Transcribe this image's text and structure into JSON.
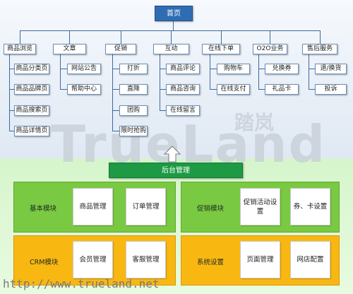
{
  "home": "首页",
  "categories": [
    {
      "label": "商品浏览",
      "children": [
        "商品分类页",
        "商品品牌页",
        "商品搜索页",
        "商品详情页"
      ]
    },
    {
      "label": "文章",
      "children": [
        "网站公告",
        "帮助中心"
      ]
    },
    {
      "label": "促销",
      "children": [
        "打折",
        "直降",
        "团购",
        "限时抢购"
      ]
    },
    {
      "label": "互动",
      "children": [
        "商品评论",
        "商品咨询",
        "在线留言"
      ]
    },
    {
      "label": "在线下单",
      "children": [
        "购物车",
        "在线支付"
      ]
    },
    {
      "label": "O2O业务",
      "children": [
        "兑换券",
        "礼品卡"
      ]
    },
    {
      "label": "售后服务",
      "children": [
        "退/换货",
        "投诉"
      ]
    }
  ],
  "backend": "后台管理",
  "modules": {
    "basic": {
      "label": "基本模块",
      "cards": [
        "商品管理",
        "订单管理"
      ]
    },
    "promo": {
      "label": "促销模块",
      "cards": [
        "促销活动设置",
        "券、卡设置"
      ]
    },
    "crm": {
      "label": "CRM模块",
      "cards": [
        "会员管理",
        "客服管理"
      ]
    },
    "system": {
      "label": "系统设置",
      "cards": [
        "页面管理",
        "网店配置"
      ]
    }
  },
  "watermark": {
    "latin": "TrueLand",
    "cjk": "踏岚",
    "url": "http://www.trueland.net"
  },
  "colors": {
    "home": "#2f6db3",
    "backend": "#1d9a43",
    "green_panel": "#7ac943",
    "orange_panel": "#f9b712",
    "connector": "#3c6aa0"
  }
}
